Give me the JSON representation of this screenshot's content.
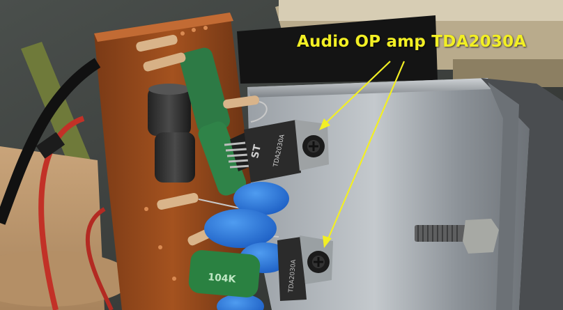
{
  "annotation": {
    "label": "Audio OP amp TDA2030A",
    "color": "#f2ef24"
  },
  "chip_markings": {
    "upper_chip": {
      "logo": "ST",
      "part": "TDA2030A"
    },
    "lower_chip": {
      "part": "TDA2030A"
    }
  },
  "component_text": {
    "film_capacitor_green": "104K"
  }
}
